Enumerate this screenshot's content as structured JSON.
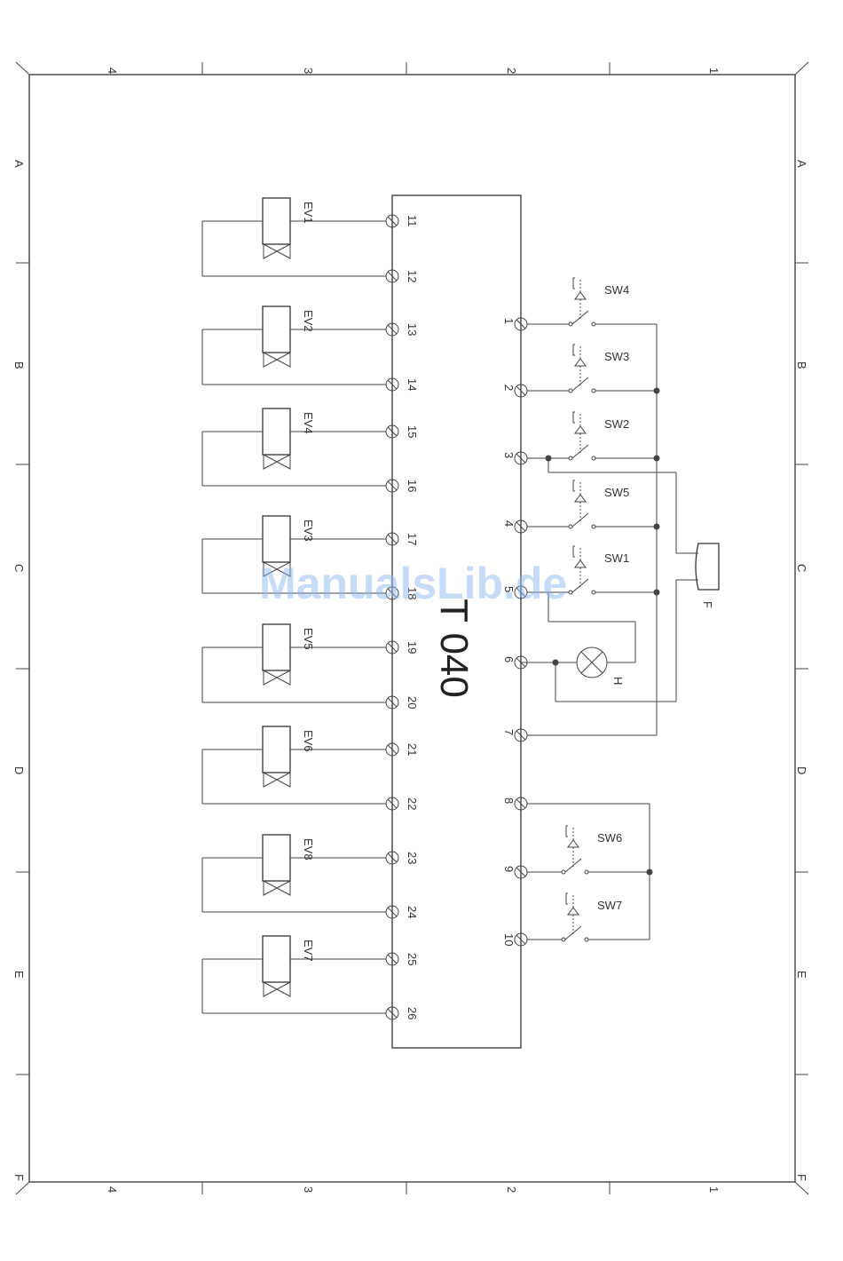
{
  "frame": {
    "col_labels": [
      "4",
      "3",
      "2",
      "1"
    ],
    "row_labels": [
      "A",
      "B",
      "C",
      "D",
      "E",
      "F"
    ]
  },
  "controller": {
    "label": "T 040"
  },
  "left_terminals": [
    "11",
    "12",
    "13",
    "14",
    "15",
    "16",
    "17",
    "18",
    "19",
    "20",
    "21",
    "22",
    "23",
    "24",
    "25",
    "26"
  ],
  "right_terminals": [
    "1",
    "2",
    "3",
    "4",
    "5",
    "6",
    "7",
    "8",
    "9",
    "10"
  ],
  "valves": [
    "EV1",
    "EV2",
    "EV4",
    "EV3",
    "EV5",
    "EV6",
    "EV8",
    "EV7"
  ],
  "switches": [
    "SW4",
    "SW3",
    "SW2",
    "SW5",
    "SW1",
    "SW6",
    "SW7"
  ],
  "lamp": {
    "label": "H"
  },
  "buzzer": {
    "label": "F"
  },
  "watermark": "ManualsLib.de"
}
